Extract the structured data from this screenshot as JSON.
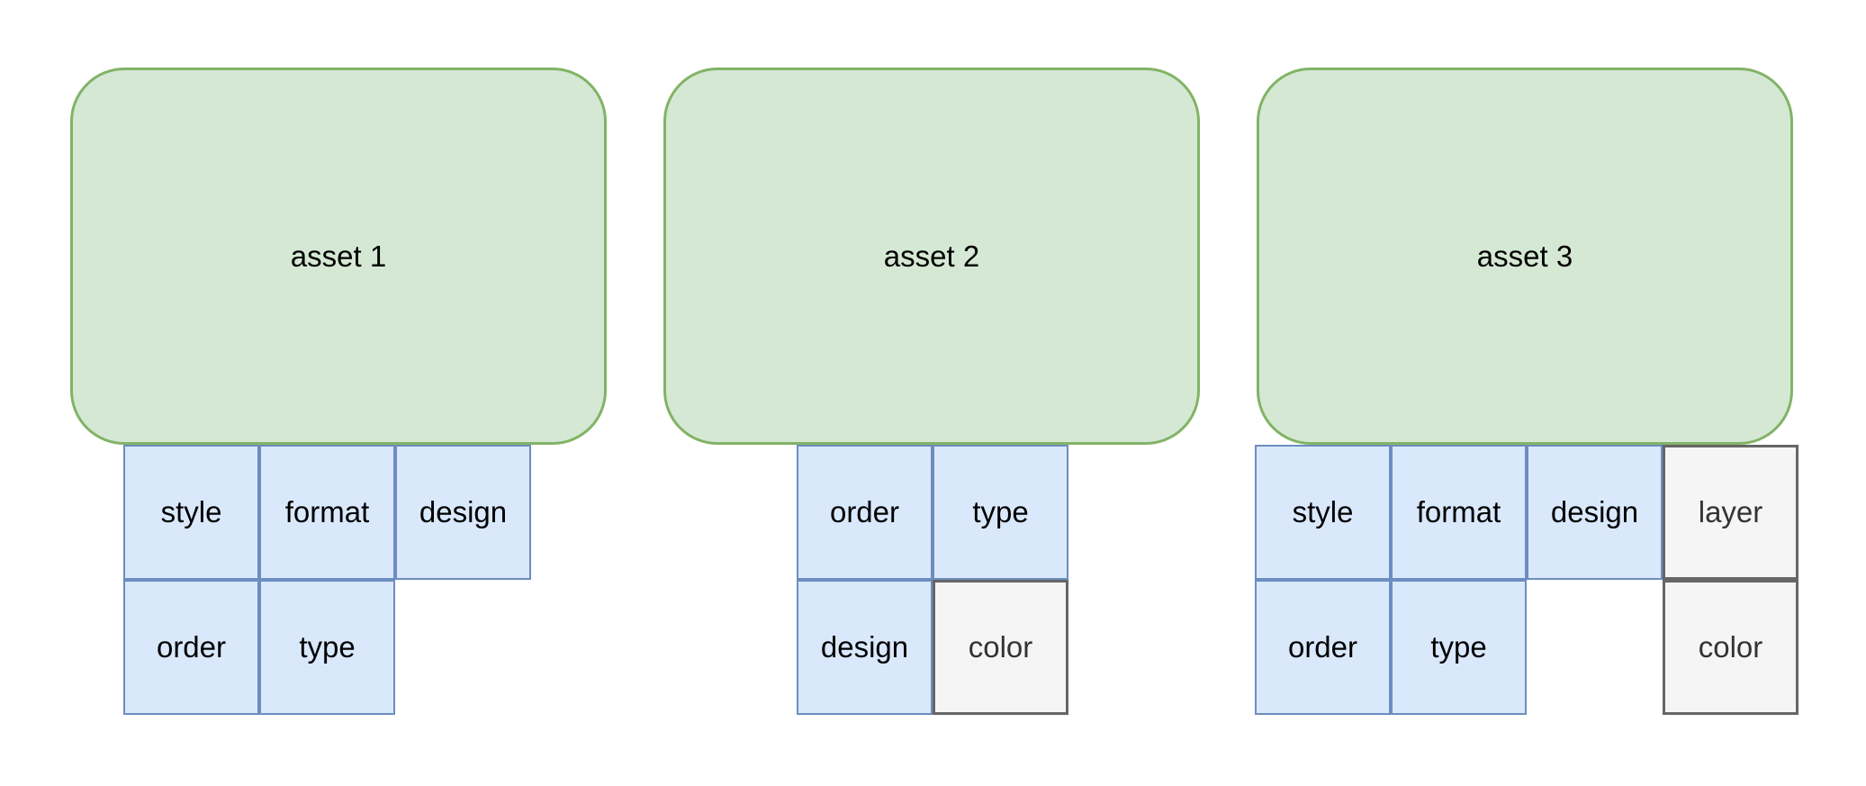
{
  "diagram": {
    "background": "#ffffff",
    "palette": {
      "asset_fill": "#d5e8d4",
      "asset_stroke": "#82b366",
      "asset_text": "#000000",
      "attr_fill": "#dae8fc",
      "attr_stroke": "#6c8ebf",
      "attr_text": "#000000",
      "extra_fill": "#f5f5f5",
      "extra_stroke": "#666666",
      "extra_text": "#333333"
    },
    "assets": [
      {
        "title": "asset 1",
        "cells": [
          {
            "label": "style",
            "row": 0,
            "col": 0,
            "kind": "attr"
          },
          {
            "label": "format",
            "row": 0,
            "col": 1,
            "kind": "attr"
          },
          {
            "label": "design",
            "row": 0,
            "col": 2,
            "kind": "attr"
          },
          {
            "label": "order",
            "row": 1,
            "col": 0,
            "kind": "attr"
          },
          {
            "label": "type",
            "row": 1,
            "col": 1,
            "kind": "attr"
          }
        ]
      },
      {
        "title": "asset 2",
        "cells": [
          {
            "label": "order",
            "row": 0,
            "col": 0,
            "kind": "attr"
          },
          {
            "label": "type",
            "row": 0,
            "col": 1,
            "kind": "attr"
          },
          {
            "label": "design",
            "row": 1,
            "col": 0,
            "kind": "attr"
          },
          {
            "label": "color",
            "row": 1,
            "col": 1,
            "kind": "extra"
          }
        ]
      },
      {
        "title": "asset 3",
        "cells": [
          {
            "label": "style",
            "row": 0,
            "col": 0,
            "kind": "attr"
          },
          {
            "label": "format",
            "row": 0,
            "col": 1,
            "kind": "attr"
          },
          {
            "label": "design",
            "row": 0,
            "col": 2,
            "kind": "attr"
          },
          {
            "label": "layer",
            "row": 0,
            "col": 3,
            "kind": "extra"
          },
          {
            "label": "order",
            "row": 1,
            "col": 0,
            "kind": "attr"
          },
          {
            "label": "type",
            "row": 1,
            "col": 1,
            "kind": "attr"
          },
          {
            "label": "color",
            "row": 1,
            "col": 3,
            "kind": "extra"
          }
        ]
      }
    ]
  }
}
